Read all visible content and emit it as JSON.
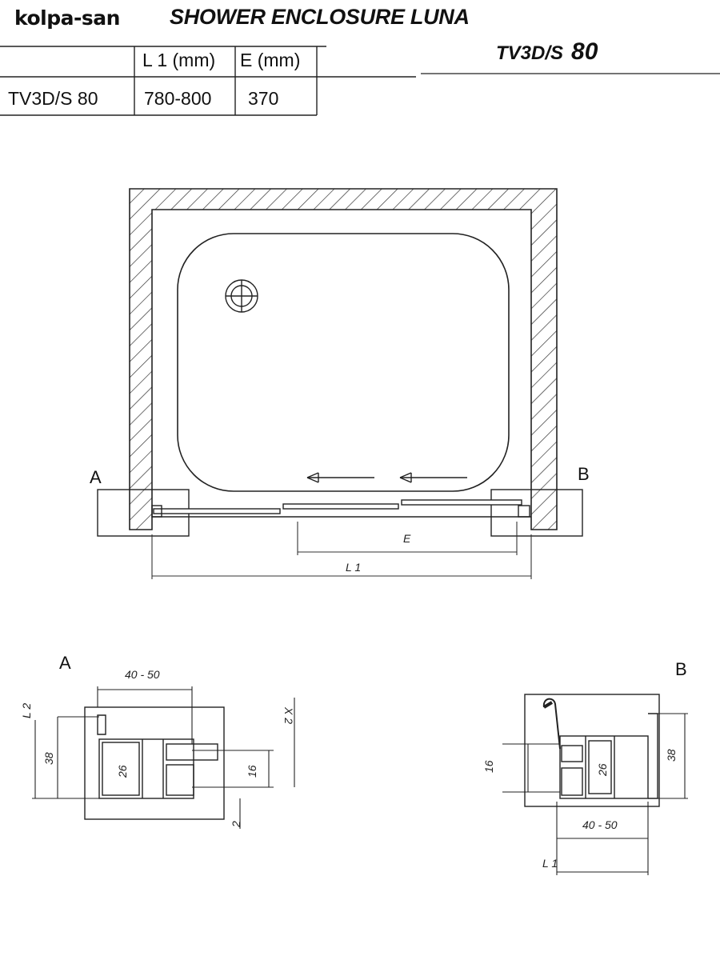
{
  "header": {
    "brand": "kolpa-san",
    "title": "SHOWER ENCLOSURE LUNA",
    "model_code": "TV3D/S",
    "model_size": "80"
  },
  "spec_table": {
    "columns": [
      "",
      "L 1  (mm)",
      "E (mm)"
    ],
    "rows": [
      [
        "TV3D/S 80",
        "780-800",
        "370"
      ]
    ]
  },
  "plan_view": {
    "label_a": "A",
    "label_b": "B",
    "dim_e": "E",
    "dim_l1": "L 1"
  },
  "detail_a": {
    "label": "A",
    "dims": {
      "width": "40 - 50",
      "l2": "L 2",
      "h38": "38",
      "h26": "26",
      "h16": "16",
      "x2": "X 2",
      "gap2": "2"
    }
  },
  "detail_b": {
    "label": "B",
    "dims": {
      "h16": "16",
      "h26": "26",
      "h38": "38",
      "width": "40 - 50",
      "l1": "L 1"
    }
  }
}
